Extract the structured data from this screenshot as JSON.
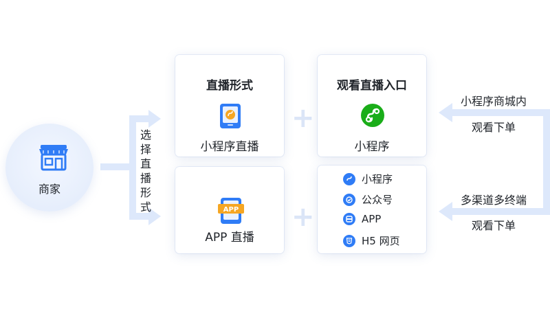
{
  "merchant": {
    "label": "商家",
    "icon": "shop-icon"
  },
  "flow": {
    "vertical_label": "选择直播形式"
  },
  "cards": {
    "mini_live": {
      "title": "直播形式",
      "label": "小程序直播",
      "icon": "tablet-miniprogram-icon"
    },
    "app_live": {
      "label": "APP 直播",
      "icon": "app-badge-icon"
    },
    "entry": {
      "title": "观看直播入口",
      "label": "小程序",
      "icon": "wechat-miniprogram-icon"
    },
    "channels": {
      "items": [
        {
          "label": "小程序",
          "icon": "miniprogram-icon"
        },
        {
          "label": "公众号",
          "icon": "official-account-icon"
        },
        {
          "label": "APP",
          "icon": "app-icon"
        },
        {
          "label": "H5 网页",
          "icon": "html5-icon"
        }
      ]
    }
  },
  "side": {
    "top": {
      "line1": "小程序商城内",
      "line2": "观看下单"
    },
    "bottom": {
      "line1": "多渠道多终端",
      "line2": "观看下单"
    }
  },
  "colors": {
    "accent": "#2f7cf6",
    "arrow": "#dde8fb",
    "wechat_green": "#1aad19",
    "orange": "#f5a623"
  }
}
